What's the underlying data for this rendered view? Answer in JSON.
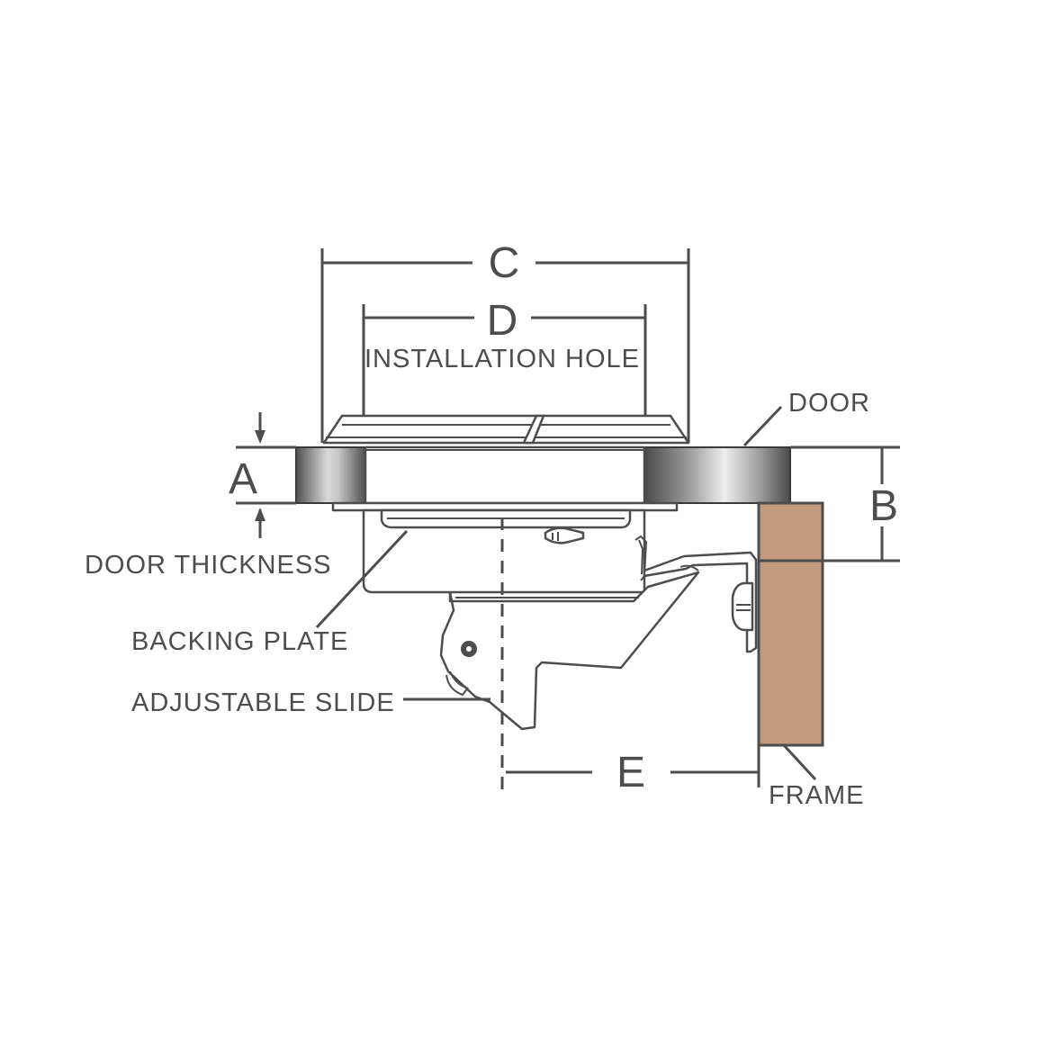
{
  "diagram": {
    "dimension_labels": {
      "a": "A",
      "b": "B",
      "c": "C",
      "d": "D",
      "e": "E"
    },
    "callouts": {
      "installation_hole": "INSTALLATION HOLE",
      "door": "DOOR",
      "door_thickness": "DOOR THICKNESS",
      "backing_plate": "BACKING PLATE",
      "adjustable_slide": "ADJUSTABLE SLIDE",
      "frame": "FRAME"
    },
    "colors": {
      "line": "#4d4d4f",
      "frame": "#c49a7e",
      "door_dark": "#4a4a4a",
      "door_light": "#e6e6e6"
    }
  }
}
